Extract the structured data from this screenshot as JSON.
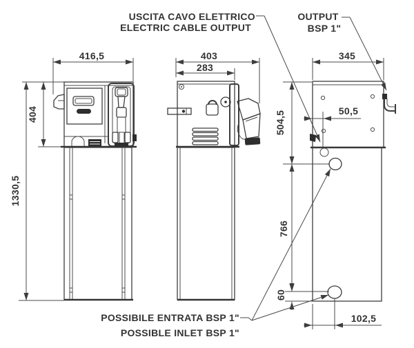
{
  "labels": {
    "cable_output": {
      "line1": "USCITA CAVO ELETTRICO",
      "line2": "ELECTRIC CABLE OUTPUT"
    },
    "output_port": {
      "line1": "OUTPUT",
      "line2": "BSP 1\""
    },
    "inlet": {
      "line1": "POSSIBILE ENTRATA BSP 1\"",
      "line2": "POSSIBLE INLET BSP 1\""
    }
  },
  "dims": {
    "front_width": "416,5",
    "front_head_height": "404",
    "front_total_height": "1330,5",
    "side_depth": "403",
    "side_body_depth": "283",
    "back_width": "345",
    "back_cable_offset": "50,5",
    "back_top_to_upper_inlet": "504,5",
    "back_inlet_spacing": "766",
    "back_lower_inlet_height": "60",
    "back_inlet_offset": "102,5"
  },
  "icons": {
    "padlock_icon": "padlock",
    "lock_knob_icon": "circle-with-dot",
    "vent_icon": "louver-slats",
    "nozzle_icon": "fuel-nozzle",
    "arrow_icon": "dimension-arrowhead"
  },
  "colors": {
    "line": "#3d3d3d",
    "dark_fill": "#2e2e2e",
    "text": "#333333",
    "background": "#ffffff"
  }
}
